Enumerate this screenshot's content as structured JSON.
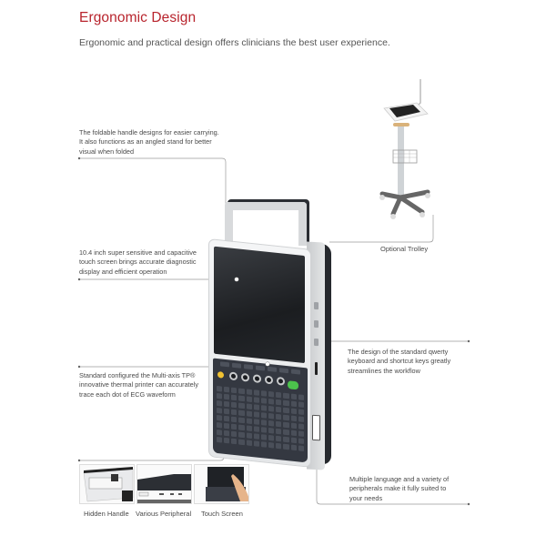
{
  "header": {
    "title": "Ergonomic Design",
    "subtitle": "Ergonomic and practical design offers clinicians the best user experience."
  },
  "callouts": [
    {
      "id": "handle",
      "lines": [
        "The foldable handle designs for easier carrying.",
        "It also functions as an angled stand for better",
        "visual when folded"
      ]
    },
    {
      "id": "touchscreen",
      "lines": [
        "10.4 inch super sensitive and capacitive",
        "touch screen brings accurate diagnostic",
        "display and efficient operation"
      ]
    },
    {
      "id": "printer",
      "lines": [
        "Standard configured the Multi-axis TP®",
        "innovative thermal printer can accurately",
        "trace each dot of ECG waveform"
      ]
    },
    {
      "id": "keyboard",
      "lines": [
        "The design of the standard qwerty",
        "keyboard and shortcut keys greatly",
        "streamlines the workflow"
      ]
    },
    {
      "id": "peripherals",
      "lines": [
        "Multiple language and a variety of",
        "peripherals make it fully suited to",
        "your needs"
      ]
    }
  ],
  "trolley": {
    "label": "Optional Trolley"
  },
  "thumbnails": [
    {
      "label": "Hidden Handle"
    },
    {
      "label": "Various Peripheral"
    },
    {
      "label": "Touch Screen"
    }
  ],
  "colors": {
    "title": "#b8242d",
    "text": "#4a4a4a",
    "device_dark": "#343841",
    "accent_green": "#4cc24c",
    "accent_yellow": "#f1c232"
  }
}
